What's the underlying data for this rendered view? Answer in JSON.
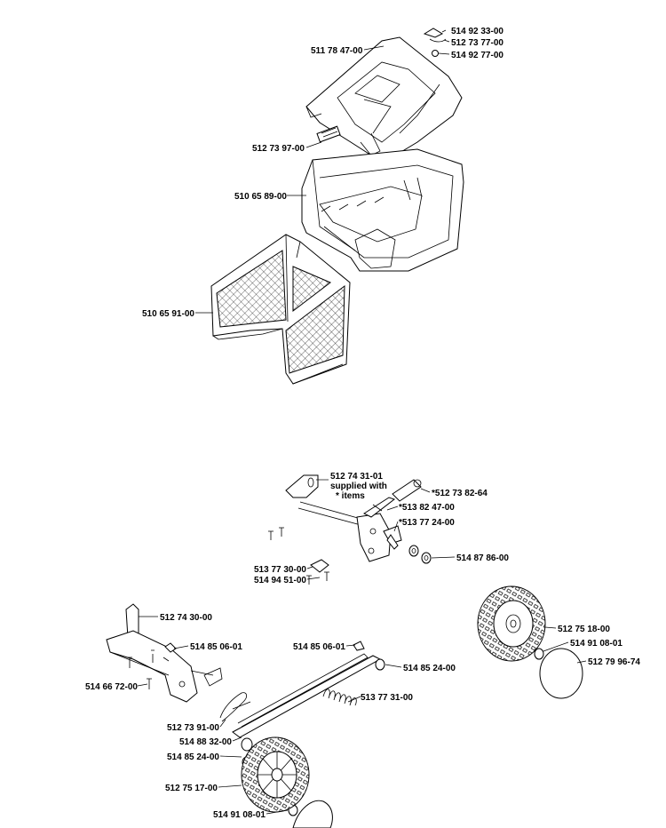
{
  "labels": {
    "p514923300": "514 92 33-00",
    "p512737700": "512 73 77-00",
    "p514927700": "514 92 77-00",
    "p511784700": "511 78 47-00",
    "p512739700": "512 73 97-00",
    "p510658900": "510 65 89-00",
    "p510659100": "510 65 91-00",
    "p512743101": "512 74 31-01",
    "supplied1": "supplied with",
    "supplied2": "* items",
    "p512738264": "*512 73 82-64",
    "p513824700": "*513 82 47-00",
    "p513772400": "*513 77 24-00",
    "p514878600": "514 87 86-00",
    "p513773000": "513 77 30-00",
    "p514945100": "514 94 51-00",
    "p512743000": "512 74 30-00",
    "p514850601a": "514 85 06-01",
    "p514850601b": "514 85 06-01",
    "p514852400a": "514 85 24-00",
    "p514667200": "514 66 72-00",
    "p513773100": "513 77 31-00",
    "p512739100": "512 73 91-00",
    "p514883200": "514 88 32-00",
    "p514852400b": "514 85 24-00",
    "p512751700": "512 75 17-00",
    "p514910801a": "514 91 08-01",
    "p512751800": "512 75 18-00",
    "p514910801b": "514 91 08-01",
    "p512799674": "512 79 96-74"
  }
}
